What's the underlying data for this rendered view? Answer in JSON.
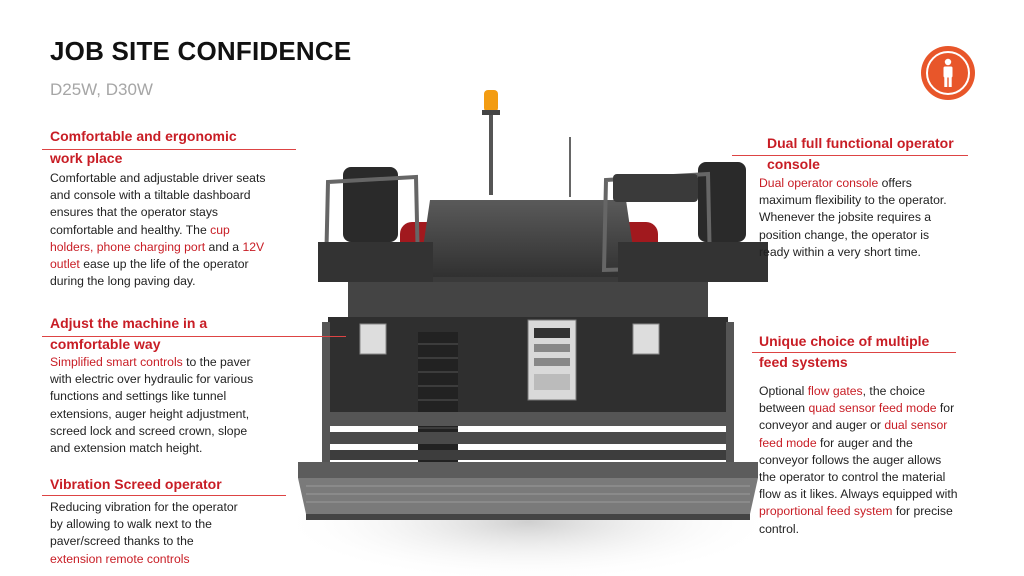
{
  "page": {
    "title": "JOB SITE CONFIDENCE",
    "subtitle": "D25W, D30W"
  },
  "badge": {
    "icon": "person-icon",
    "color": "#e8562a"
  },
  "colors": {
    "accent": "#c81d25",
    "text": "#222222",
    "muted": "#a6a6a6"
  },
  "sections": {
    "ergonomic": {
      "heading_line1": "Comfortable and ergonomic",
      "heading_line2": "work place",
      "t1": "Comfortable and adjustable driver seats",
      "t2": "and console with a tiltable dashboard",
      "t3": "ensures that the operator stays",
      "t4": "comfortable and healthy. The ",
      "r1": "cup",
      "r2": "holders, phone charging port",
      "t5": " and a ",
      "r3": "12V",
      "r4": "outlet",
      "t6": " ease up the life of the operator",
      "t7": "during the long paving day."
    },
    "adjust": {
      "heading_line1": "Adjust the machine in a",
      "heading_line2": "comfortable way",
      "r1": "Simplified smart controls",
      "t1": " to the paver",
      "t2": "with electric over hydraulic  for various",
      "t3": "functions and settings like tunnel",
      "t4": "extensions, auger height adjustment,",
      "t5": "screed lock and screed crown, slope",
      "t6": "and extension match height."
    },
    "vibration": {
      "heading": "Vibration Screed operator",
      "t1": "Reducing vibration for the operator",
      "t2": "by allowing to walk next to the",
      "t3": "paver/screed thanks to the",
      "r1": "extension remote controls"
    },
    "dual": {
      "heading_line1": "Dual full functional operator",
      "heading_line2": "console",
      "r1": "Dual operator console",
      "t1": " offers",
      "t2": "maximum flexibility to the operator.",
      "t3": "Whenever the jobsite requires a",
      "t4": "position change, the operator is",
      "t5": "ready within a very short time."
    },
    "feed": {
      "heading_line1": "Unique choice of multiple",
      "heading_line2": "feed systems",
      "t1": "Optional ",
      "r1": "flow gates",
      "t2": ", the choice",
      "t3": "between ",
      "r2": "quad sensor feed mode",
      "t4": " for",
      "t5": "conveyor and auger or ",
      "r3": "dual sensor",
      "r4": "feed mode",
      "t6": " for auger and the",
      "t7": "conveyor follows the auger allows",
      "t8": "the operator to control the material",
      "t9": "flow as it likes. Always equipped with",
      "r5": "proportional feed system",
      "t10": " for precise",
      "t11": "control."
    }
  }
}
